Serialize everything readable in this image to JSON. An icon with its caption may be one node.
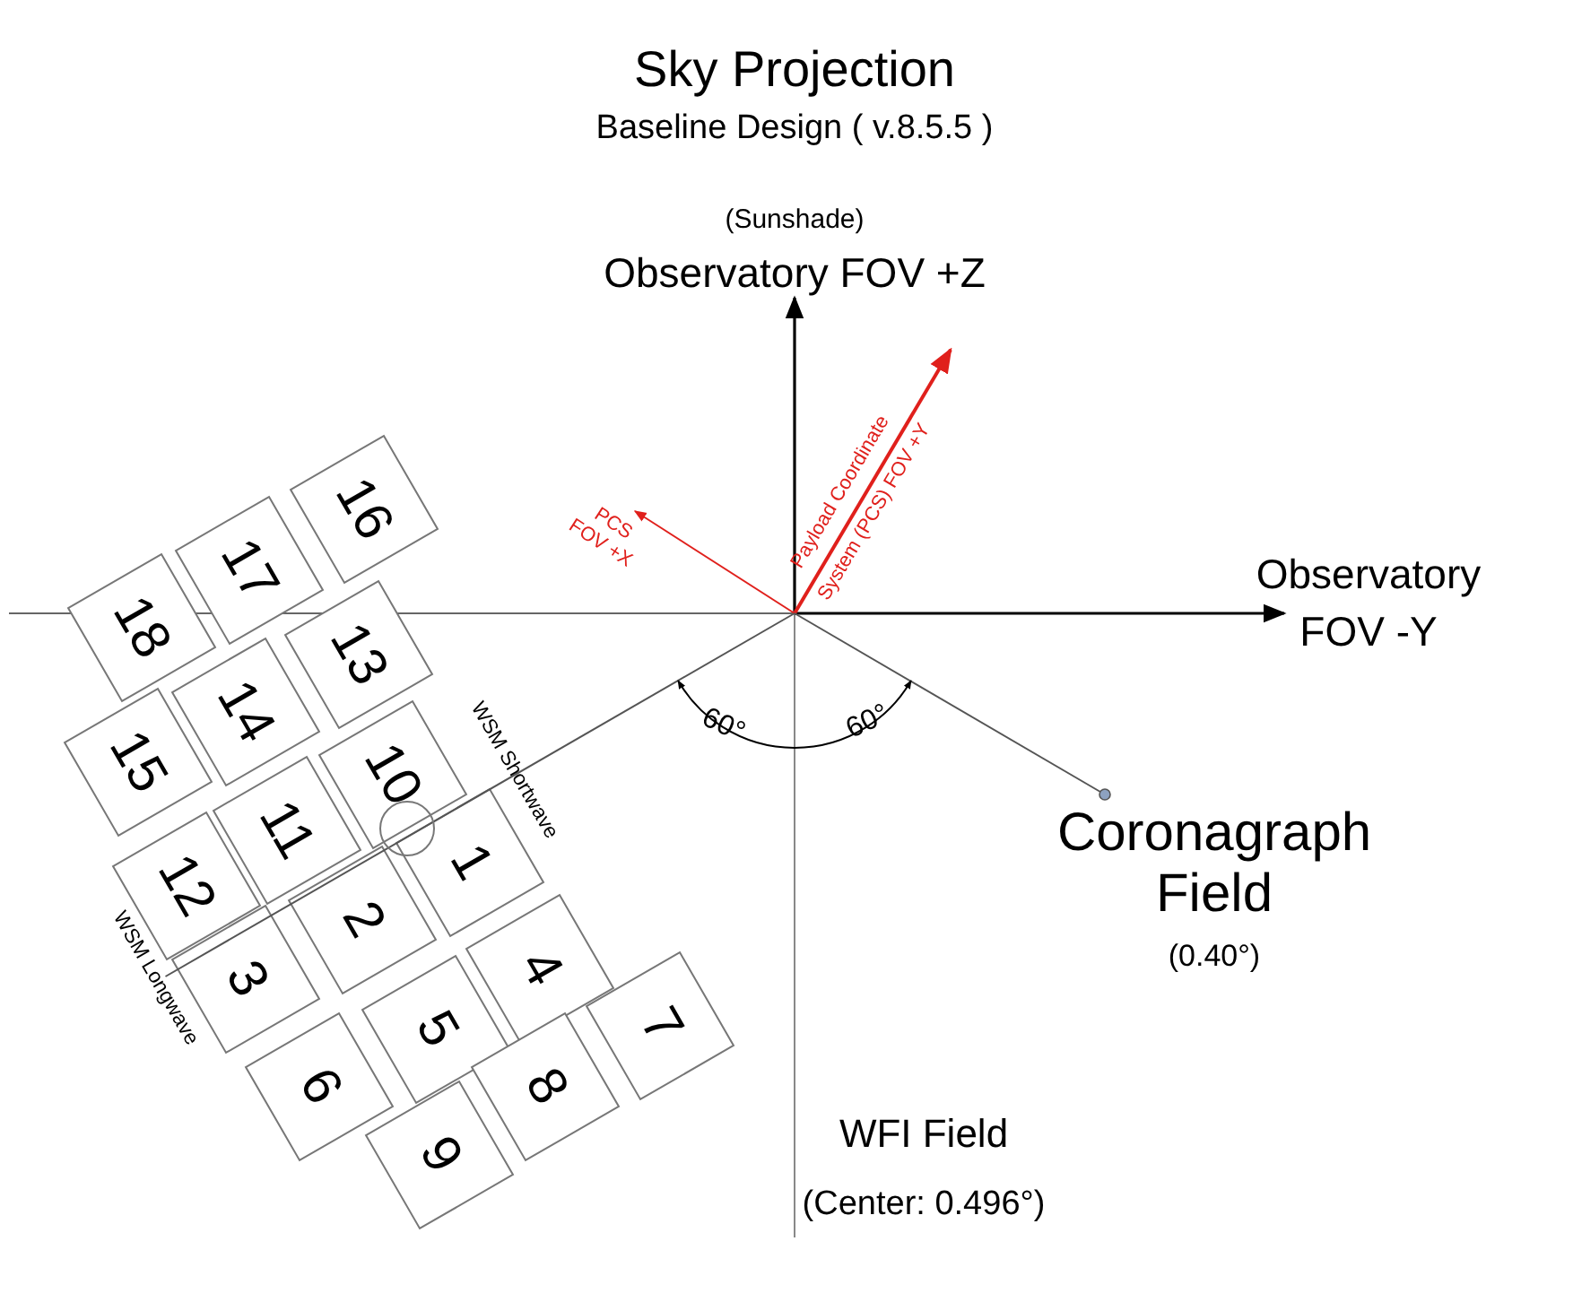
{
  "diagram": {
    "title": "Sky Projection",
    "nodes": [
      {
        "text": [
          "1"
        ]
      },
      {
        "text": [
          "2"
        ]
      },
      {
        "text": [
          "3"
        ]
      },
      {
        "text": [
          "4"
        ]
      },
      {
        "text": [
          "5"
        ]
      },
      {
        "text": [
          "6"
        ]
      },
      {
        "text": [
          "7"
        ]
      },
      {
        "text": [
          "8"
        ]
      },
      {
        "text": [
          "9"
        ]
      },
      {
        "text": [
          "10"
        ]
      },
      {
        "text": [
          "11"
        ]
      },
      {
        "text": [
          "12"
        ]
      },
      {
        "text": [
          "13"
        ]
      },
      {
        "text": [
          "14"
        ]
      },
      {
        "text": [
          "15"
        ]
      },
      {
        "text": [
          "16"
        ]
      },
      {
        "text": [
          "17"
        ]
      },
      {
        "text": [
          "18"
        ]
      }
    ],
    "labels": [
      "Baseline Design ( v.8.5.5 )",
      "(Sunshade)",
      "Observatory FOV +Z",
      "Payload Coordinate System (PCS) FOV +Y",
      "PCS FOV +X",
      "Observatory FOV -Y",
      "WSM Shortwave",
      "60°",
      "60°",
      "Coronagraph Field",
      "(0.40°)",
      "WSM Longwave",
      "WFI Field",
      "(Center: 0.496°)"
    ]
  }
}
